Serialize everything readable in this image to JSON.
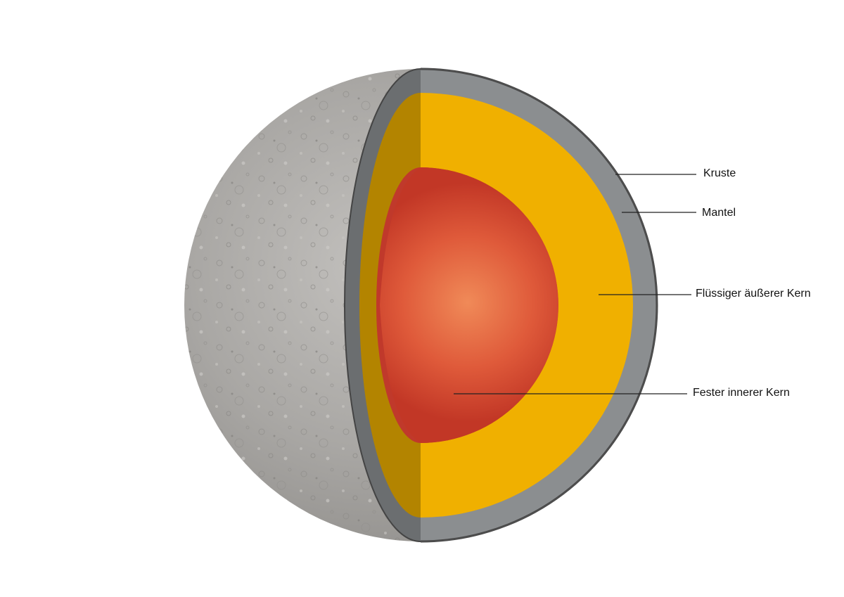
{
  "diagram": {
    "labels": {
      "crust": "Kruste",
      "mantle": "Mantel",
      "outer_core": "Flüssiger äußerer Kern",
      "inner_core": "Fester innerer Kern"
    },
    "colors": {
      "background": "#ffffff",
      "surface": "#a9a7a4",
      "crust": "#8b8e90",
      "mantle": "#f0b000",
      "inner_core_center": "#f08a58",
      "inner_core_edge": "#c23726",
      "leader_lines": "#222222"
    }
  }
}
